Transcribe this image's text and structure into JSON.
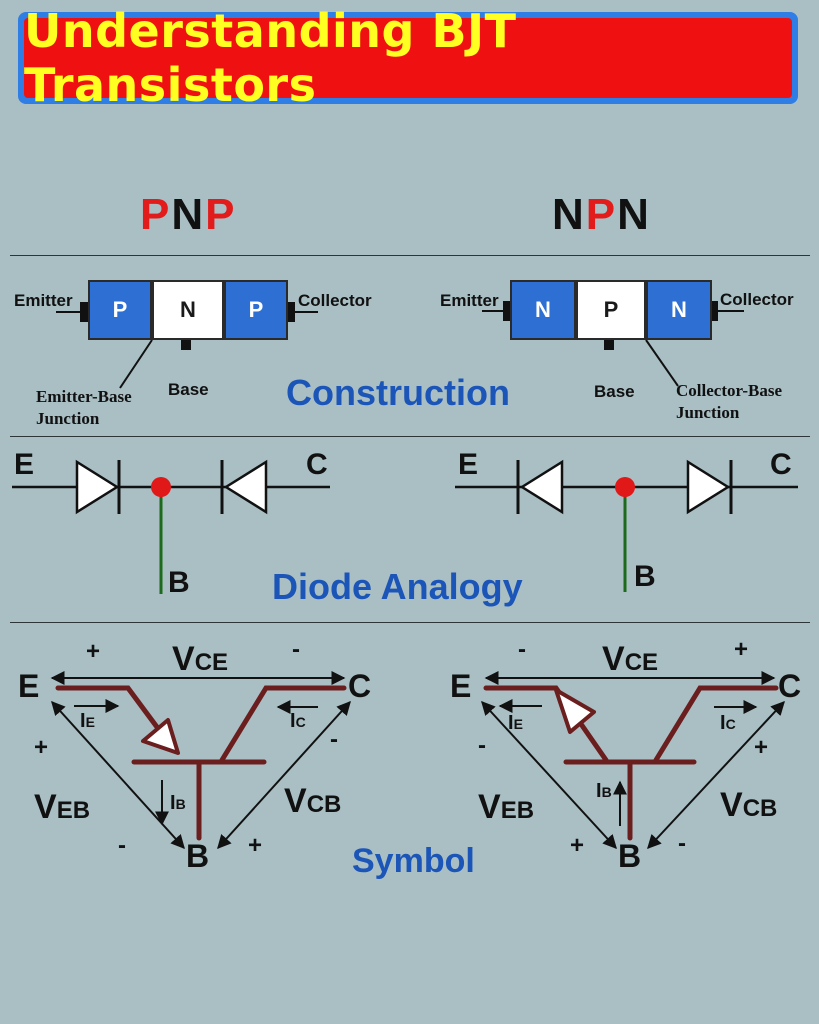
{
  "title": "Understanding BJT Transistors",
  "colors": {
    "banner_fill": "#ef1111",
    "banner_border": "#2f7ee6",
    "title_text": "#ffff22",
    "section_title": "#1b55b8",
    "block_blue": "#2d6fd2",
    "transistor_line": "#6b1e1e",
    "node_dot": "#e01818",
    "base_lead": "#1d6a1d"
  },
  "pnp": {
    "letters": [
      "P",
      "N",
      "P"
    ],
    "blocks": [
      "P",
      "N",
      "P"
    ],
    "emitter": "Emitter",
    "collector": "Collector",
    "base": "Base",
    "junction_line1": "Emitter-Base",
    "junction_line2": "Junction",
    "diode": {
      "e": "E",
      "c": "C",
      "b": "B"
    },
    "symbol": {
      "e": "E",
      "c": "C",
      "b": "B",
      "vce": "V",
      "vce_sub": "CE",
      "veb": "V",
      "veb_sub": "EB",
      "vcb": "V",
      "vcb_sub": "CB",
      "ie": "I",
      "ie_sub": "E",
      "ic": "I",
      "ic_sub": "C",
      "ib": "I",
      "ib_sub": "B",
      "signs": {
        "vce_left": "+",
        "vce_right": "-",
        "veb_top": "+",
        "veb_bottom": "-",
        "vcb_top": "-",
        "vcb_bottom": "+"
      }
    }
  },
  "npn": {
    "letters": [
      "N",
      "P",
      "N"
    ],
    "blocks": [
      "N",
      "P",
      "N"
    ],
    "emitter": "Emitter",
    "collector": "Collector",
    "base": "Base",
    "junction_line1": "Collector-Base",
    "junction_line2": "Junction",
    "diode": {
      "e": "E",
      "c": "C",
      "b": "B"
    },
    "symbol": {
      "e": "E",
      "c": "C",
      "b": "B",
      "vce": "V",
      "vce_sub": "CE",
      "veb": "V",
      "veb_sub": "EB",
      "vcb": "V",
      "vcb_sub": "CB",
      "ie": "I",
      "ie_sub": "E",
      "ic": "I",
      "ic_sub": "C",
      "ib": "I",
      "ib_sub": "B",
      "signs": {
        "vce_left": "-",
        "vce_right": "+",
        "veb_top": "-",
        "veb_bottom": "+",
        "vcb_top": "+",
        "vcb_bottom": "-"
      }
    }
  },
  "sections": {
    "construction": "Construction",
    "diode": "Diode Analogy",
    "symbol": "Symbol"
  }
}
